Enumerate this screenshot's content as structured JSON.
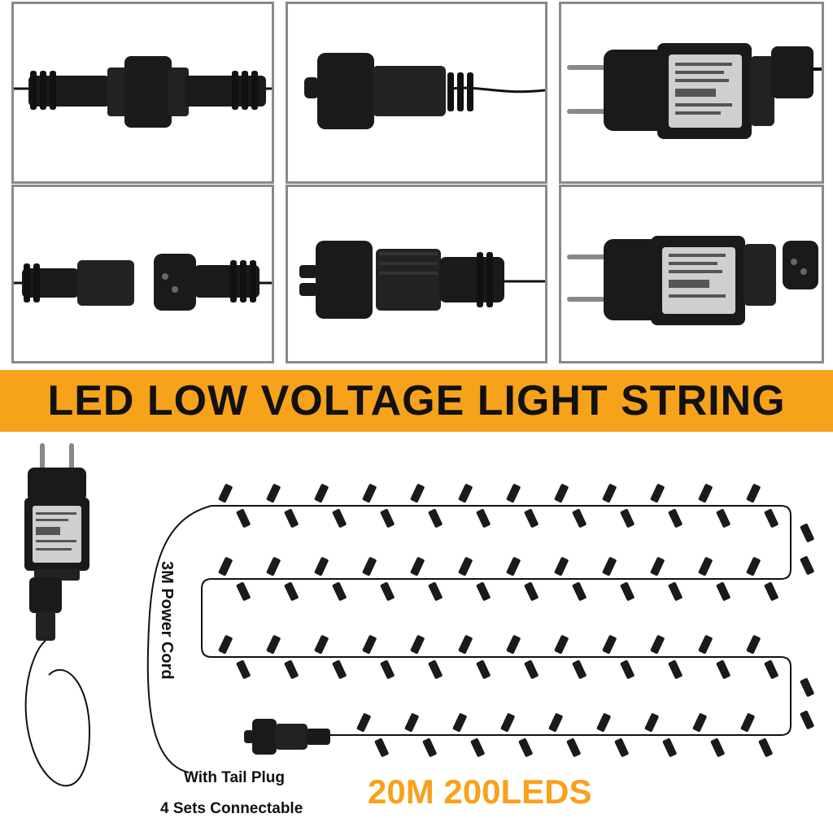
{
  "banner": {
    "title": "LED LOW VOLTAGE LIGHT STRING"
  },
  "labels": {
    "power_cord": "3M Power Cord",
    "tail_plug": "With Tail Plug",
    "connectable": "4 Sets Connectable",
    "count": "20M 200LEDS"
  },
  "panels": [
    {
      "name": "male-female-connected"
    },
    {
      "name": "end-cap-connector"
    },
    {
      "name": "adapter-connected"
    },
    {
      "name": "male-female-separated"
    },
    {
      "name": "end-cap-separated"
    },
    {
      "name": "adapter-separated"
    }
  ],
  "colors": {
    "banner": "#f7a21b",
    "count_text": "#f7a21b",
    "frame": "#8a8a8a",
    "device": "#1a1a1a"
  }
}
